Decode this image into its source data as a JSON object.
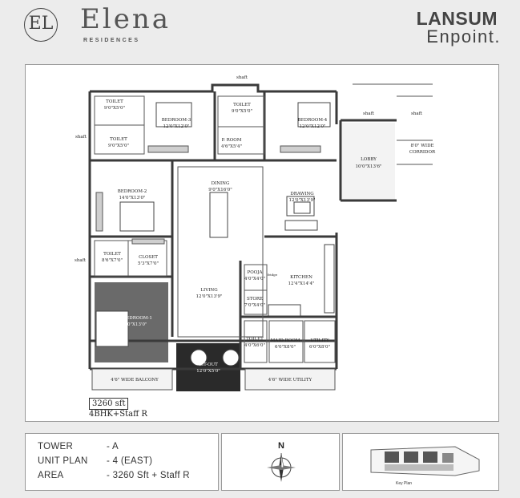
{
  "header": {
    "logo_monogram": "EL",
    "brand_name": "Elena",
    "brand_subtitle": "RESIDENCES",
    "developer_name": "LANSUM",
    "developer_subtitle": "Enpoint."
  },
  "floor_plan": {
    "rooms": [
      {
        "name": "BEDROOM-3",
        "size": "12'0\"X12'0\""
      },
      {
        "name": "BEDROOM-4",
        "size": "12'0\"X12'0\""
      },
      {
        "name": "BEDROOM-2",
        "size": "14'0\"X13'0\""
      },
      {
        "name": "M. BEDROOM-1",
        "size": "14'0\"X13'0\""
      },
      {
        "name": "DINING",
        "size": "9'0\"X16'0\""
      },
      {
        "name": "LIVING",
        "size": "12'0\"X13'9\""
      },
      {
        "name": "DRAWING",
        "size": "12'0\"X13'9\""
      },
      {
        "name": "LOBBY",
        "size": "10'0\"X13'6\""
      },
      {
        "name": "KITCHEN",
        "size": "12'4\"X14'4\""
      },
      {
        "name": "TOILET",
        "size": "9'0\"X5'0\""
      },
      {
        "name": "TOILET",
        "size": "9'0\"X5'0\""
      },
      {
        "name": "TOILET",
        "size": "9'0\"X5'0\""
      },
      {
        "name": "TOILET",
        "size": "8'6\"X7'0\""
      },
      {
        "name": "TOILET",
        "size": "4'0\"X6'0\""
      },
      {
        "name": "P. ROOM",
        "size": "4'6\"X5'4\""
      },
      {
        "name": "CLOSET",
        "size": "5'3\"X7'0\""
      },
      {
        "name": "POOJA",
        "size": "4'0\"X4'0\""
      },
      {
        "name": "STORE",
        "size": "7'0\"X4'0\""
      },
      {
        "name": "MAID ROOM",
        "size": "6'0\"X8'0\""
      },
      {
        "name": "UTILITY",
        "size": "6'0\"X8'0\""
      },
      {
        "name": "SIT-OUT",
        "size": "12'0\"X5'0\""
      }
    ],
    "labels": {
      "shaft": "shaft",
      "corridor_line1": "8'0\" WIDE",
      "corridor_line2": "CORRIDOR",
      "balcony": "4'6\" WIDE BALCONY",
      "utility_strip": "4'6\" WIDE UTILITY",
      "fridge": "fridge"
    },
    "area_label": "3260 sft",
    "config_label": "4BHK+Staff R"
  },
  "info": {
    "rows": [
      {
        "label": "TOWER",
        "value": "- A"
      },
      {
        "label": "UNIT PLAN",
        "value": "- 4 (EAST)"
      },
      {
        "label": "AREA",
        "value": "- 3260 Sft + Staff R"
      }
    ],
    "north_label": "N",
    "keyplan_caption": "Key Plan"
  },
  "colors": {
    "wall": "#3a3a3a",
    "master_floor": "#6a6a6a",
    "background": "#ececec"
  }
}
